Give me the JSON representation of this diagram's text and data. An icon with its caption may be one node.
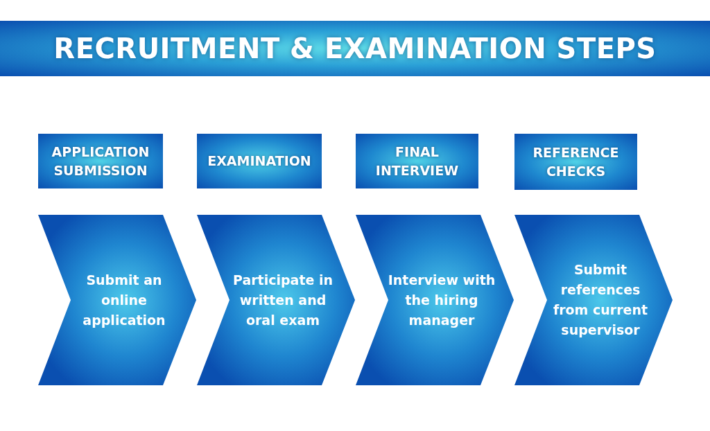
{
  "diagram": {
    "title": "RECRUITMENT & EXAMINATION STEPS",
    "nodes": [
      {
        "text": [
          "APPLICATION SUBMISSION"
        ]
      },
      {
        "text": [
          "EXAMINATION"
        ]
      },
      {
        "text": [
          "FINAL INTERVIEW"
        ]
      },
      {
        "text": [
          "REFERENCE CHECKS"
        ]
      },
      {
        "text": [
          "Submit an online application"
        ]
      },
      {
        "text": [
          "Participate in written and oral exam"
        ]
      },
      {
        "text": [
          "Interview with the hiring manager"
        ]
      },
      {
        "text": [
          "Submit references from current supervisor"
        ]
      }
    ]
  }
}
